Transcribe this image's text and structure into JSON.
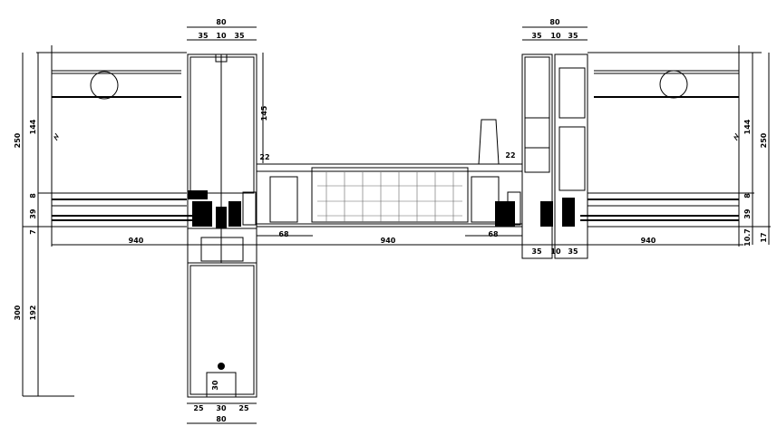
{
  "drawing": {
    "left_mullion": {
      "top_total": "80",
      "top_parts": [
        "35",
        "10",
        "35"
      ],
      "depth_upper": "145",
      "bottom_total": "80",
      "bottom_parts": [
        "25",
        "30",
        "25"
      ],
      "slot": "30"
    },
    "right_mullion": {
      "top_total": "80",
      "top_parts": [
        "35",
        "10",
        "35"
      ],
      "bottom_parts": [
        "35",
        "10",
        "35"
      ]
    },
    "left_side": {
      "overall_upper": "250",
      "overall_lower": "300",
      "transom_depth": "144",
      "gap": "8",
      "glass": "39",
      "offset": "7",
      "lower_depth": "192",
      "width": "940"
    },
    "right_side": {
      "overall": "250",
      "transom_depth": "144",
      "gap": "8",
      "glass": "39",
      "offset_a": "10.7",
      "offset_b": "17",
      "width": "940"
    },
    "center": {
      "vent_left": "68",
      "vent_right": "68",
      "vent_width": "940",
      "frame_left": "22",
      "frame_right": "22"
    }
  }
}
